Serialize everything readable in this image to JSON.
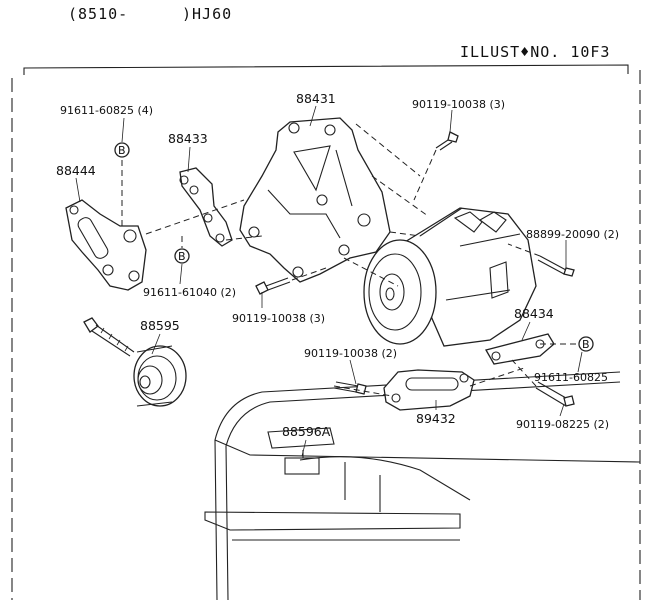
{
  "header": {
    "production": "(8510-",
    "model": ")HJ60",
    "illust": "ILLUST♦NO. 10F3"
  },
  "parts": {
    "p88431": "88431",
    "p88433": "88433",
    "p88444": "88444",
    "p88595": "88595",
    "p88434": "88434",
    "p88432": "89432",
    "p88596a": "88596A",
    "bolt_91611_60825_4": "91611-60825 (4)",
    "bolt_90119_10038_3a": "90119-10038 (3)",
    "bolt_88899_20090": "88899-20090 (2)",
    "bolt_91611_61040": "91611-61040 (2)",
    "bolt_90119_10038_3b": "90119-10038 (3)",
    "bolt_90119_10038_2": "90119-10038 (2)",
    "bolt_91611_60825": "91611-60825",
    "bolt_90119_08225": "90119-08225 (2)",
    "marker_b": "B"
  }
}
